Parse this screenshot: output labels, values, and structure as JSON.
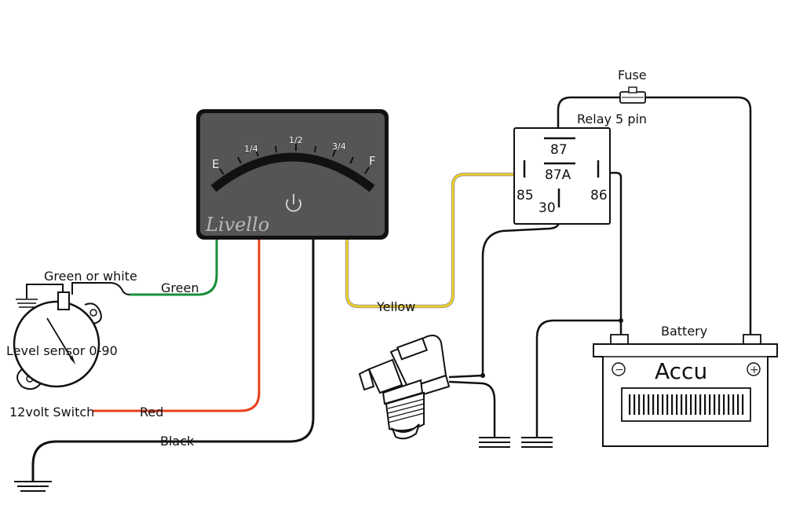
{
  "gauge": {
    "brand": "Livello",
    "scale": {
      "empty": "E",
      "full": "F",
      "quarter": "1/4",
      "half": "1/2",
      "three_quarter": "3/4"
    }
  },
  "wires": {
    "green_or_white": "Green or white",
    "green": "Green",
    "red": "Red",
    "black": "Black",
    "yellow": "Yellow"
  },
  "sensor": {
    "label": "Level sensor 0-90"
  },
  "switch": {
    "label": "12volt Switch"
  },
  "relay": {
    "title": "Relay 5 pin",
    "pins": {
      "p87": "87",
      "p87a": "87A",
      "p85": "85",
      "p86": "86",
      "p30": "30"
    }
  },
  "fuse": {
    "label": "Fuse"
  },
  "battery": {
    "title": "Battery",
    "brand": "Accu",
    "minus": "−",
    "plus": "+"
  },
  "colors": {
    "green": "#1a8f3c",
    "red": "#e8401c",
    "yellow": "#f2d21a",
    "black": "#111111",
    "gauge_face": "#555555"
  }
}
